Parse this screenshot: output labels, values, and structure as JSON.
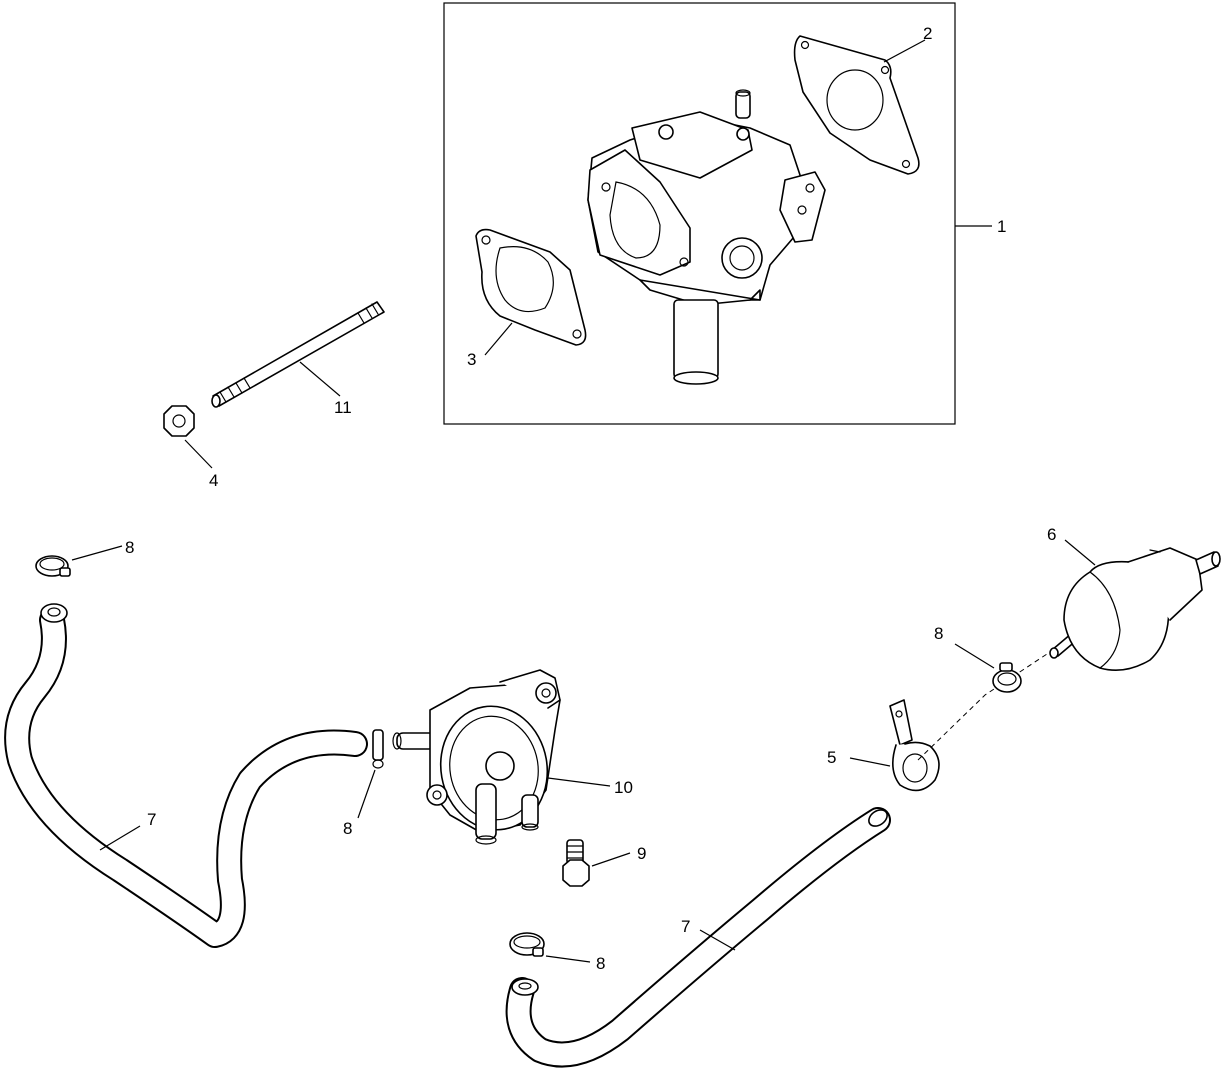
{
  "callouts": {
    "c1": "1",
    "c2": "2",
    "c3": "3",
    "c4": "4",
    "c5": "5",
    "c6": "6",
    "c7a": "7",
    "c7b": "7",
    "c8a": "8",
    "c8b": "8",
    "c8c": "8",
    "c8d": "8",
    "c9": "9",
    "c10": "10",
    "c11": "11"
  }
}
